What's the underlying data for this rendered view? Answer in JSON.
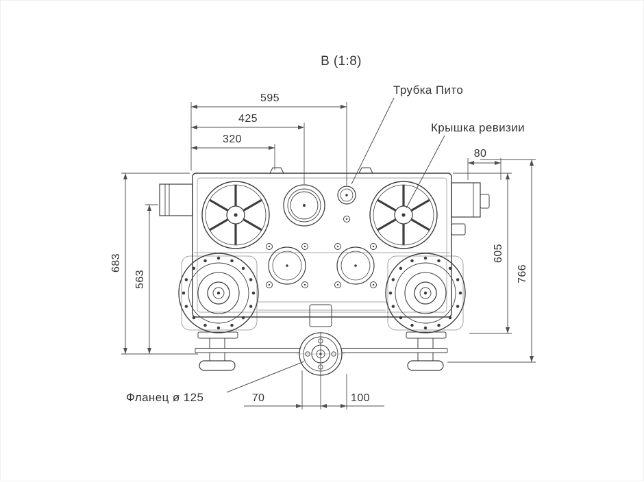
{
  "title": "В (1:8)",
  "callouts": {
    "pitot_tube": "Трубка Пито",
    "inspection_cover": "Крышка ревизии",
    "flange": "Фланец ø 125"
  },
  "dimensions": {
    "top_overall": "595",
    "top_middle": "425",
    "top_inner": "320",
    "right_offset": "80",
    "left_outer": "683",
    "left_inner": "563",
    "right_inner": "605",
    "right_outer": "766",
    "bottom_left": "70",
    "bottom_right": "100"
  },
  "colors": {
    "line": "#3d3d3d",
    "dimension": "#4f4f4f",
    "text": "#333333",
    "background": "#ffffff"
  }
}
